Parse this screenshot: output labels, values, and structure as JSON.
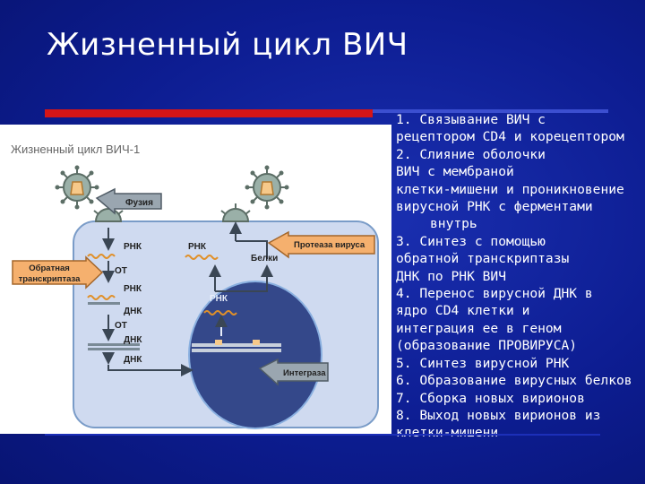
{
  "slide": {
    "title": "Жизненный цикл ВИЧ",
    "colors": {
      "background": "#0d1d92",
      "accent_bar": "#d51517",
      "cell": "#cfdaf0",
      "nucleus": "#34488a",
      "box": "#f5b06e"
    }
  },
  "diagram": {
    "title": "Жизненный цикл ВИЧ-1",
    "labels": {
      "fusion": "Фузия",
      "rna1": "РНК",
      "rt_short1": "ОТ",
      "rna2": "РНК",
      "dna1": "ДНК",
      "rt_short2": "ОТ",
      "dna2": "ДНК",
      "dna3": "ДНК",
      "rna_top": "РНК",
      "proteins": "Белки",
      "protease": "Протеаза вируса",
      "rna_nucleus": "РНК",
      "integrase": "Интеграза",
      "rt_line1": "Обратная",
      "rt_line2": "транскриптаза"
    }
  },
  "steps": [
    "1. Связывание ВИЧ с",
    "рецептором CD4 и корецептором",
    "2. Слияние оболочки",
    "ВИЧ с мембраной",
    "клетки-мишени и проникновение",
    "вирусной РНК с ферментами",
    "внутрь",
    "3. Синтез с помощью",
    "обратной транскриптазы",
    "ДНК по РНК ВИЧ",
    "4. Перенос вирусной ДНК в",
    "ядро CD4 клетки и",
    "интеграция ее в геном",
    "(образование ПРОВИРУСА)",
    "5. Синтез вирусной РНК",
    "6. Образование вирусных белков",
    "7. Сборка новых вирионов",
    "8. Выход новых вирионов из",
    "клетки-мишени"
  ]
}
